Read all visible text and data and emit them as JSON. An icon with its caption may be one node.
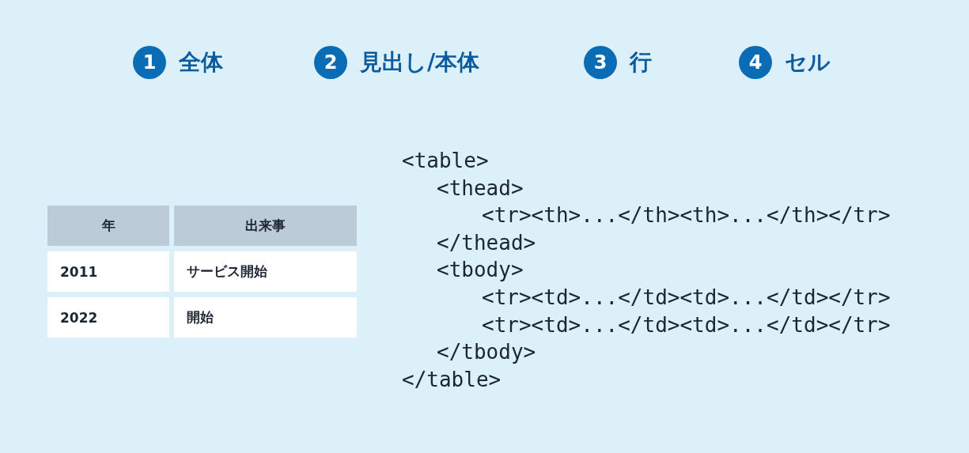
{
  "diagram": {
    "nodes": [
      {
        "text": [
          "1"
        ],
        "beside": [
          "全体"
        ]
      },
      {
        "text": [
          "2"
        ],
        "beside": [
          "見出し/本体"
        ]
      },
      {
        "text": [
          "3"
        ],
        "beside": [
          "行"
        ]
      },
      {
        "text": [
          "4"
        ],
        "beside": [
          "セル"
        ]
      }
    ],
    "edges": [],
    "labels": [
      "年",
      "出来事",
      "2011",
      "サービス開始",
      "2022",
      "開始",
      "<table>",
      "<thead>",
      "<tr><th>...</th><th>...</th></tr>",
      "</thead>",
      "<tbody>",
      "<tr><td>...</td><td>...</td></tr>",
      "<tr><td>...</td><td>...</td></tr>",
      "</tbody>",
      "</table>"
    ]
  }
}
